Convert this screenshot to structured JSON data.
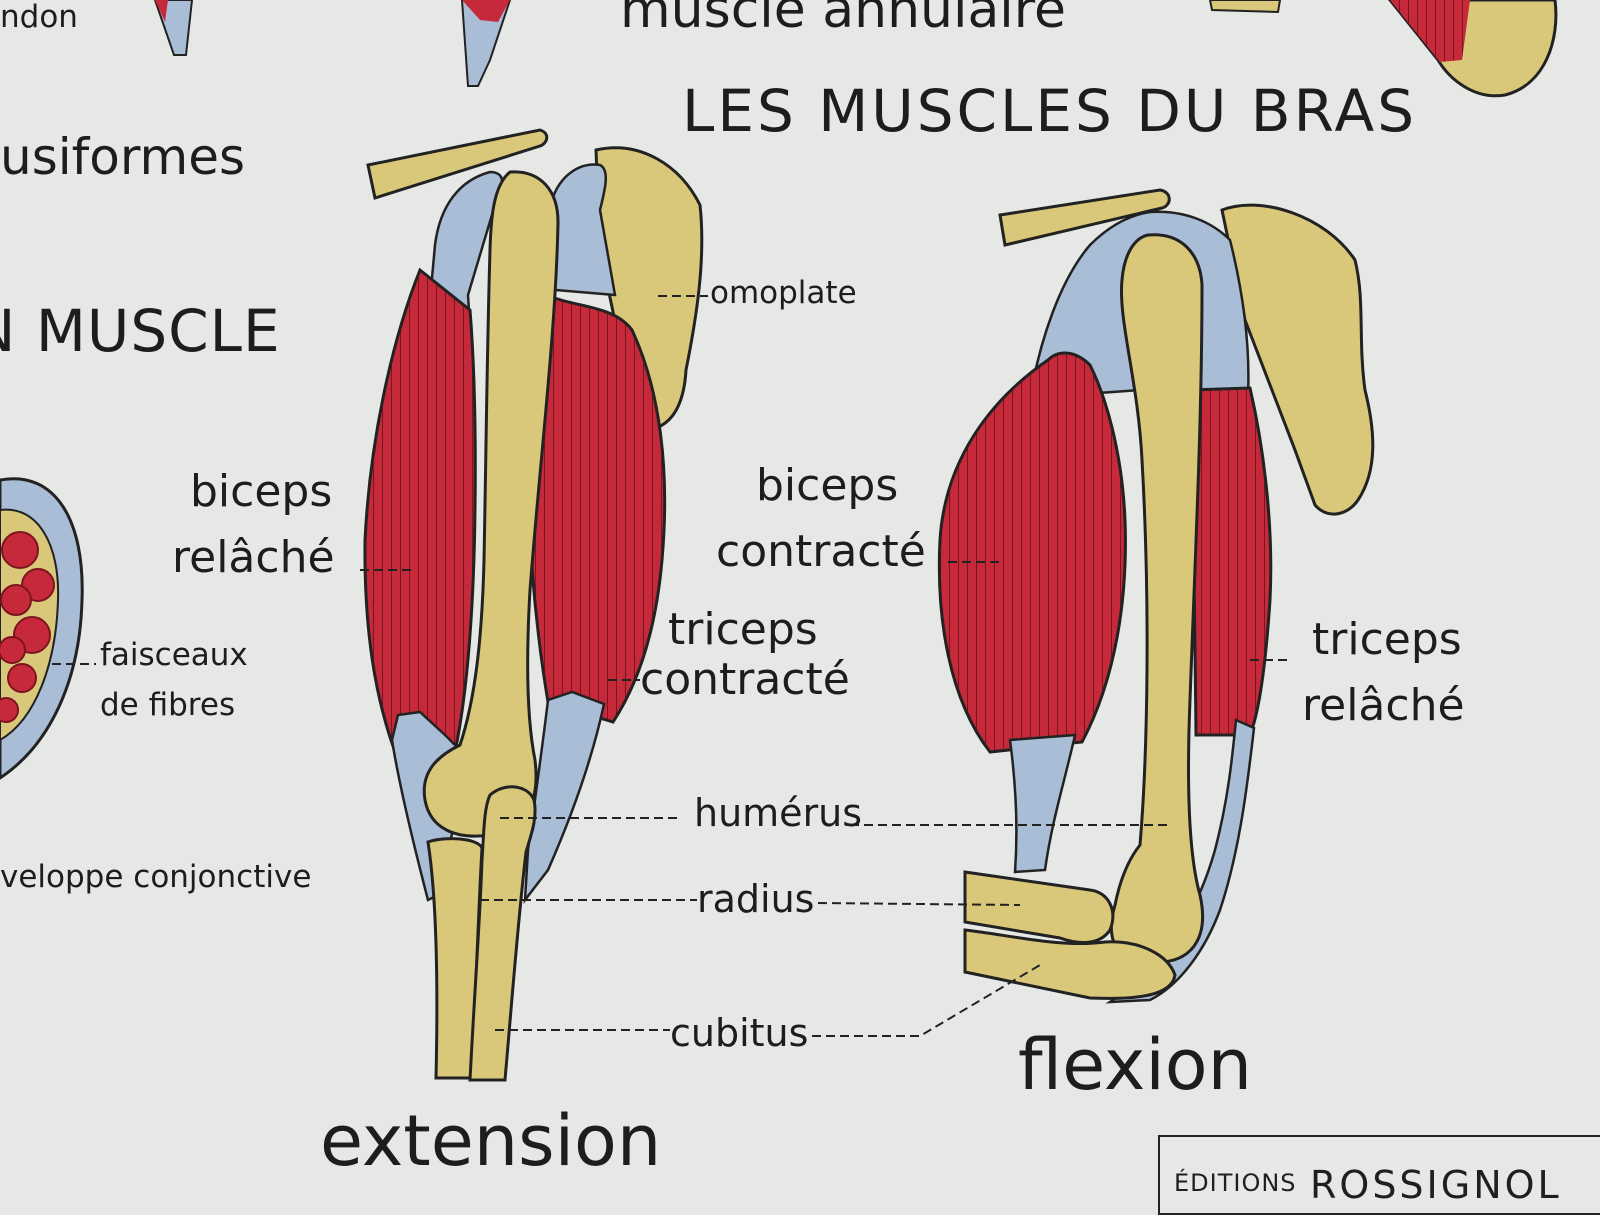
{
  "colors": {
    "background": "#e6e8e6",
    "muscle": "#c62a3a",
    "tendon": "#a9bdd6",
    "bone": "#d9c77a",
    "ink": "#1d1d1d"
  },
  "fragments": {
    "tendon": "ndon",
    "annulaire": "muscle  annulaire",
    "fusiformes": "usiformes",
    "muscle": "N  MUSCLE",
    "faisceaux_1": "faisceaux",
    "faisceaux_2": "de  fibres",
    "enveloppe": "veloppe  conjonctive"
  },
  "title": "LES  MUSCLES  DU  BRAS",
  "extension": {
    "caption": "extension",
    "biceps_1": "biceps",
    "biceps_2": "relâché",
    "triceps_1": "triceps",
    "triceps_2": "contracté"
  },
  "flexion": {
    "caption": "flexion",
    "biceps_1": "biceps",
    "biceps_2": "contracté",
    "triceps_1": "triceps",
    "triceps_2": "relâché"
  },
  "bones": {
    "omoplate": "omoplate",
    "humerus": "humérus",
    "radius": "radius",
    "cubitus": "cubitus"
  },
  "publisher": {
    "prefix": "ÉDITIONS",
    "name": "ROSSIGNOL"
  }
}
